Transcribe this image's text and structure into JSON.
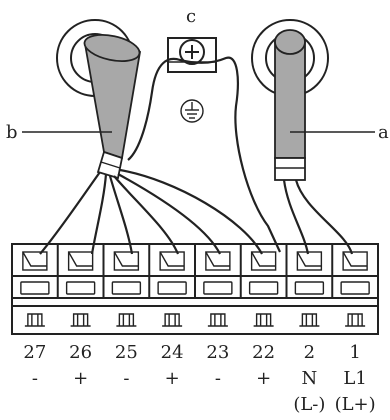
{
  "labels": {
    "a": "a",
    "b": "b",
    "c": "c"
  },
  "terminals": [
    {
      "number": "27",
      "sign": "-"
    },
    {
      "number": "26",
      "sign": "+"
    },
    {
      "number": "25",
      "sign": "-"
    },
    {
      "number": "24",
      "sign": "+"
    },
    {
      "number": "23",
      "sign": "-"
    },
    {
      "number": "22",
      "sign": "+"
    },
    {
      "number": "2",
      "sign": "N",
      "note": "(L-)"
    },
    {
      "number": "1",
      "sign": "L1",
      "note": "(L+)"
    }
  ],
  "symbols": {
    "screw": "plus-screw-icon",
    "earth": "protective-earth-icon"
  }
}
